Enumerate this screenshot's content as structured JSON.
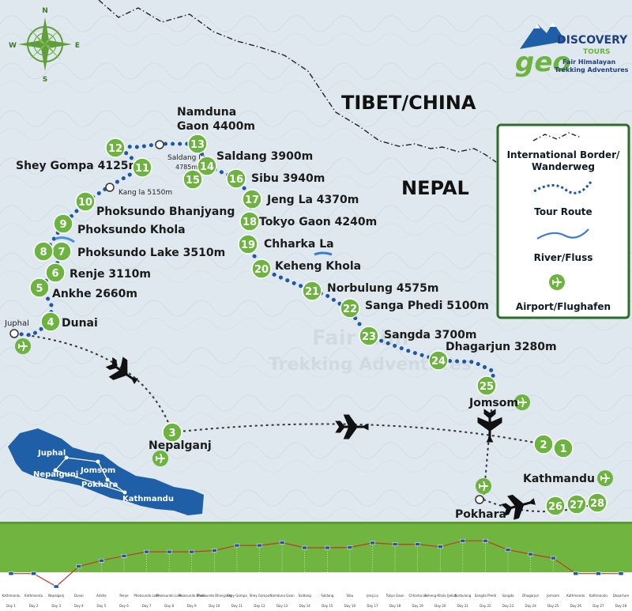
{
  "regions": {
    "tibet": "TIBET/CHINA",
    "nepal": "NEPAL"
  },
  "compass": {
    "icon": "compass-rose-icon",
    "north": "N",
    "east": "E",
    "south": "S",
    "west": "W"
  },
  "logo": {
    "icon": "mountain-logo-icon",
    "brand_geo": "geo",
    "brand_discovery": "DISCOVERY",
    "brand_tours": "TOURS",
    "tagline_1": "Fair Himalayan",
    "tagline_2": "Trekking Adventures"
  },
  "legend": {
    "border_1": "International Border/",
    "border_2": "Wanderweg",
    "route": "Tour Route",
    "river": "River/Fluss",
    "airport": "Airport/Flughafen"
  },
  "places": {
    "namduna_1": "Namduna",
    "namduna_2": "Gaon 4400m",
    "saldang_la_1": "Saldang La",
    "saldang_la_2": "4785m",
    "saldang": "Saldang 3900m",
    "shey_gompa": "Shey Gompa 4125m",
    "sibu": "Sibu 3940m",
    "kang_la": "Kang la 5150m",
    "jeng_la": "Jeng La 4370m",
    "phoksundo_bhanjyang": "Phoksundo Bhanjyang",
    "tokyo_gaon": "Tokyo Gaon 4240m",
    "phoksundo_khola": "Phoksundo Khola",
    "chharka_la": "Chharka La",
    "phoksundo_lake": "Phoksundo Lake 3510m",
    "keheng_khola": "Keheng Khola",
    "renje": "Renje 3110m",
    "norbulung": "Norbulung 4575m",
    "ankhe": "Ankhe 2660m",
    "sanga_phedi": "Sanga Phedi 5100m",
    "dunai": "Dunai",
    "juphal": "Juphal",
    "sangda": "Sangda 3700m",
    "dhagarjun": "Dhagarjun 3280m",
    "jomsom": "Jomsom",
    "nepalganj": "Nepalganj",
    "kathmandu": "Kathmandu",
    "pokhara": "Pokhara"
  },
  "inset": {
    "juphal": "Juphal",
    "jomsom": "Jomsom",
    "nepalgunj": "Nepalgunj",
    "pokhara": "Pokhara",
    "kathmandu": "Kathmandu"
  },
  "watermark": {
    "line_1": "Fair Him",
    "line_2": "Trekking Adventures"
  },
  "markers": [
    "1",
    "2",
    "3",
    "4",
    "5",
    "6",
    "7",
    "8",
    "9",
    "10",
    "11",
    "12",
    "13",
    "14",
    "15",
    "16",
    "17",
    "18",
    "19",
    "20",
    "21",
    "22",
    "23",
    "24",
    "25",
    "26",
    "27",
    "28"
  ],
  "colors": {
    "route": "#1f56a6",
    "marker": "#6db33f",
    "profile_band": "#6fb53f",
    "profile_line": "#c0392b",
    "land": "#dfe8ee",
    "inset_land": "#1f5fa8"
  },
  "profile": {
    "elevations": [
      1400,
      1400,
      150,
      2100,
      2660,
      3110,
      3510,
      3510,
      3510,
      3630,
      4125,
      4125,
      4400,
      3900,
      3900,
      3940,
      4370,
      4240,
      4240,
      4000,
      4575,
      4575,
      3700,
      3280,
      2900,
      1400,
      1400,
      1400
    ],
    "places": [
      "Kathmandu",
      "Kathmandu",
      "Nepalganj",
      "Dunai",
      "Ankhe",
      "Renje",
      "Phoksundo Lake",
      "Phoksundo Lake",
      "Phoksundo Khola",
      "Phoksundo Bhanjyang",
      "Shey Gompa",
      "Shey Gompa",
      "Namduna Gaon",
      "Saldang",
      "Saldang",
      "Sibu",
      "Jeng La",
      "Tokyo Gaon",
      "Chharka La",
      "Keheng Khola (Jeku)",
      "Norbulung",
      "Sangda Phedi",
      "Sangda",
      "Dhagarjun",
      "Jomsom",
      "Kathmandu",
      "Kathmandu",
      "Departure"
    ],
    "days": [
      "Day 1",
      "Day 2",
      "Day 3",
      "Day 4",
      "Day 5",
      "Day 6",
      "Day 7",
      "Day 8",
      "Day 9",
      "Day 10",
      "Day 11",
      "Day 12",
      "Day 13",
      "Day 14",
      "Day 15",
      "Day 16",
      "Day 17",
      "Day 18",
      "Day 19",
      "Day 20",
      "Day 21",
      "Day 22",
      "Day 23",
      "Day 24",
      "Day 25",
      "Day 26",
      "Day 27",
      "Day 28"
    ]
  }
}
